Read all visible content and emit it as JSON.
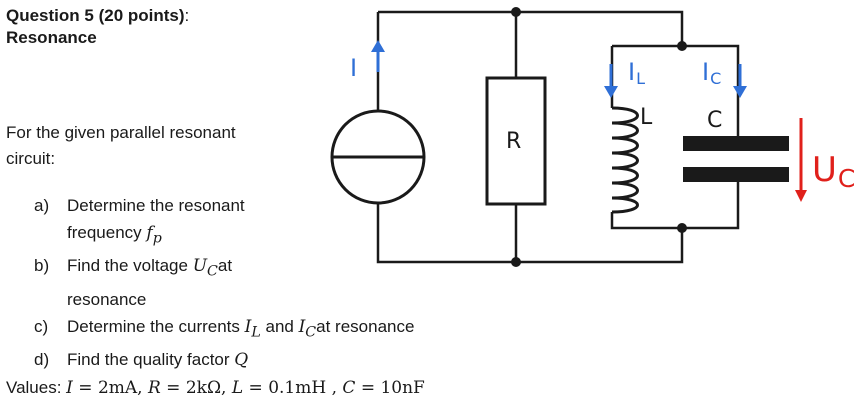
{
  "header": {
    "question": "Question 5",
    "points": "(20 points)",
    "colon": ":",
    "topic": "Resonance"
  },
  "intro": {
    "line1": "For the given parallel resonant",
    "line2": "circuit:"
  },
  "questions": [
    {
      "label": "a)",
      "text": "Determine the resonant",
      "text2": "frequency ",
      "sym": "f",
      "sub": "p",
      "after": ""
    },
    {
      "label": "b)",
      "text": "Find the voltage ",
      "sym": "U",
      "sub": "C",
      "after": "at",
      "text2": "resonance"
    },
    {
      "label": "c)",
      "text": "Determine the currents ",
      "sym": "I",
      "sub": "L",
      "mid": " and ",
      "sym2": "I",
      "sub2": "C",
      "after": "at resonance"
    },
    {
      "label": "d)",
      "text": "Find the quality factor ",
      "sym": "Q"
    }
  ],
  "values": {
    "label": "Values: ",
    "i_sym": "I",
    "i_val": " = 2mA, ",
    "r_sym": "R",
    "r_val": " = 2kΩ, ",
    "l_sym": "L",
    "l_val": " = 0.1mH , ",
    "c_sym": "C",
    "c_val": " = 10nF"
  },
  "circuit": {
    "source_current_label": "I",
    "resistor_label": "R",
    "inductor_label": "L",
    "capacitor_label": "C",
    "il_main": "I",
    "il_sub": "L",
    "ic_main": "I",
    "ic_sub": "C",
    "uc_main": "U",
    "uc_sub": "C",
    "colors": {
      "wire": "#1a1a1a",
      "current_arrow": "#2f6fd6",
      "voltage_arrow": "#e0201b"
    }
  }
}
